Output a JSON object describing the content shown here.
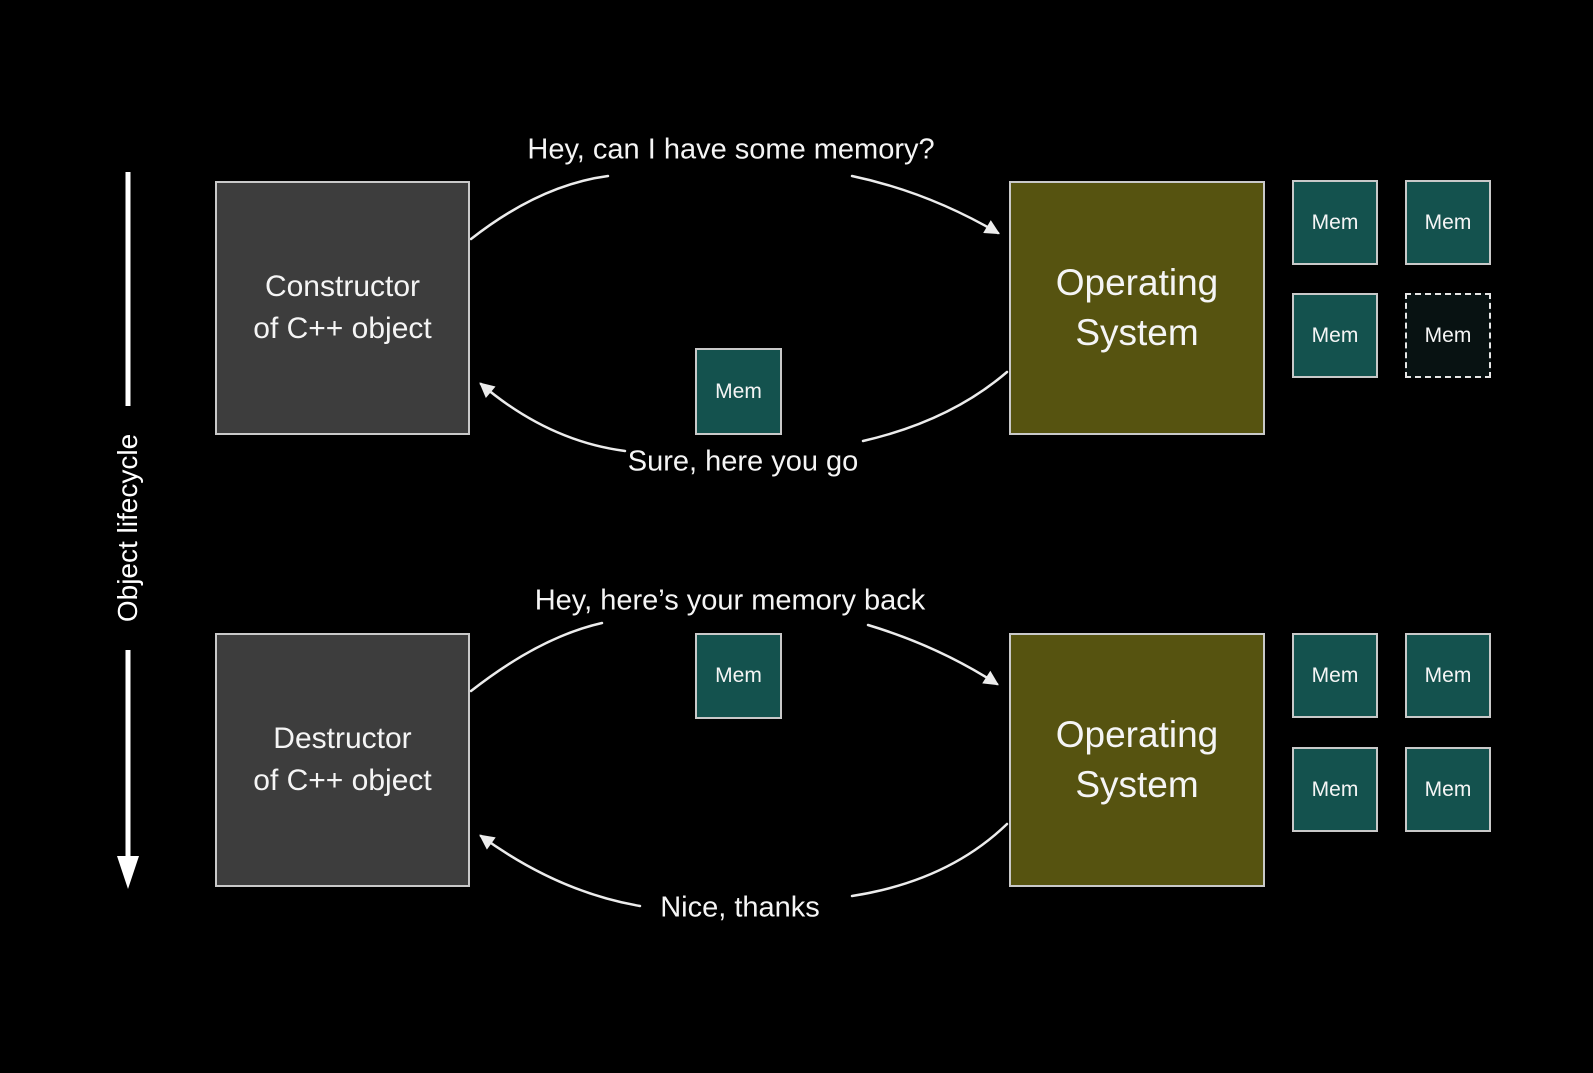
{
  "axis": {
    "label": "Object lifecycle"
  },
  "sections": {
    "allocation": {
      "actor_lines": [
        "Constructor",
        "of C++ object"
      ],
      "os_lines": [
        "Operating",
        "System"
      ],
      "request_label": "Hey, can I have some memory?",
      "response_label": "Sure, here you go",
      "transfer_mem_label": "Mem",
      "mem_grid": [
        {
          "label": "Mem",
          "state": "present"
        },
        {
          "label": "Mem",
          "state": "present"
        },
        {
          "label": "Mem",
          "state": "present"
        },
        {
          "label": "Mem",
          "state": "absent"
        }
      ]
    },
    "deallocation": {
      "actor_lines": [
        "Destructor",
        "of C++ object"
      ],
      "os_lines": [
        "Operating",
        "System"
      ],
      "request_label": "Hey, here’s your memory back",
      "response_label": "Nice, thanks",
      "transfer_mem_label": "Mem",
      "mem_grid": [
        {
          "label": "Mem",
          "state": "present"
        },
        {
          "label": "Mem",
          "state": "present"
        },
        {
          "label": "Mem",
          "state": "present"
        },
        {
          "label": "Mem",
          "state": "present"
        }
      ]
    }
  },
  "colors": {
    "background": "#000000",
    "actor_box": "#3d3d3d",
    "os_box": "#565310",
    "mem_box": "#14524e",
    "mem_box_empty": "#081212",
    "line": "#ececec",
    "text": "#f5f5f5",
    "border": "#c9c9c9"
  }
}
